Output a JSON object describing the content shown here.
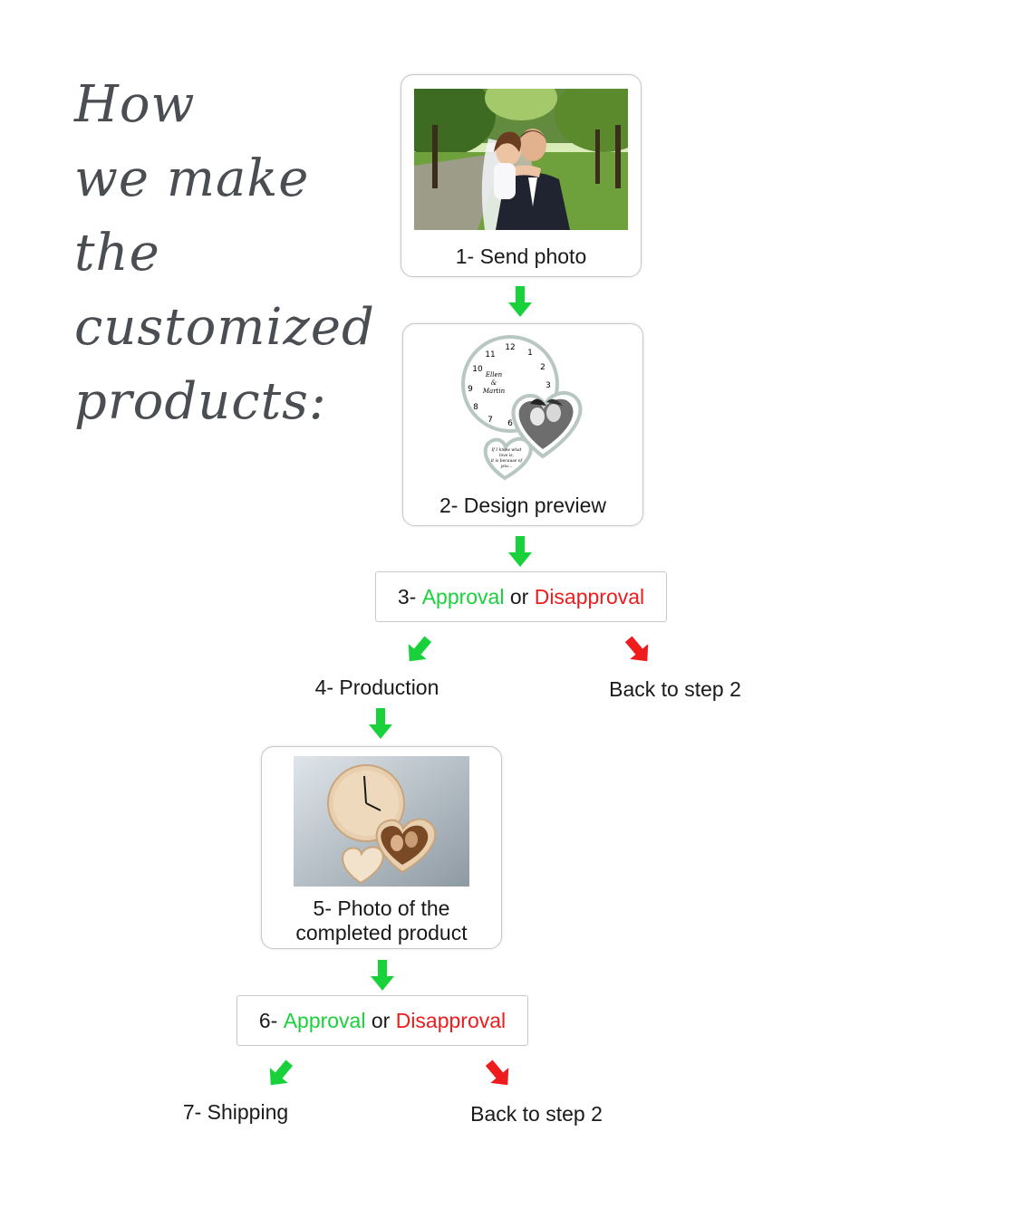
{
  "title": {
    "lines": [
      "How",
      "we make",
      "the",
      "customized",
      "products:"
    ]
  },
  "steps": {
    "step1": {
      "label": "1- Send photo"
    },
    "step2": {
      "label": "2- Design preview"
    },
    "step3": {
      "prefix": "3- ",
      "approval": "Approval",
      "or": " or ",
      "disapproval": "Disapproval"
    },
    "step4": {
      "label": "4- Production"
    },
    "step4_back": {
      "label": "Back to step 2"
    },
    "step5": {
      "line1": "5- Photo of the",
      "line2": "completed product"
    },
    "step6": {
      "prefix": "6- ",
      "approval": "Approval",
      "or": " or ",
      "disapproval": "Disapproval"
    },
    "step7": {
      "label": "7- Shipping"
    },
    "step7_back": {
      "label": "Back to step 2"
    }
  },
  "clock_numbers": [
    "12",
    "1",
    "2",
    "3",
    "6",
    "7",
    "8",
    "9",
    "10",
    "11"
  ],
  "engraving": {
    "names": [
      "Ellen",
      "&",
      "Martin"
    ],
    "quote": [
      "If I know what",
      "love is,",
      "it is because of",
      "you..."
    ]
  },
  "colors": {
    "approve_green": "#19d13b",
    "disapprove_red": "#ee1c1c",
    "title_gray": "#4a4d52",
    "border_gray": "#c8c8c8"
  }
}
